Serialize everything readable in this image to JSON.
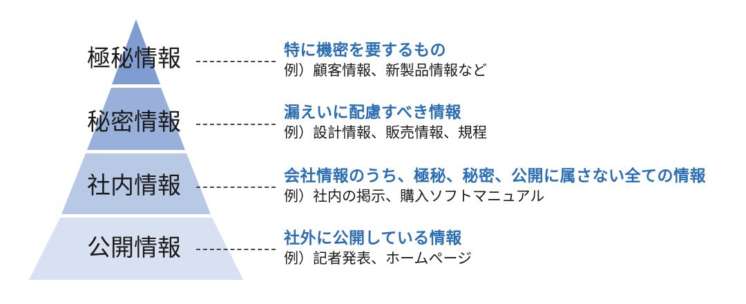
{
  "colors": {
    "tier1": "#7f9dd0",
    "tier2": "#99b1da",
    "tier3": "#b8c9e6",
    "tier4": "#d7e1f1",
    "title_text": "#2a6db5"
  },
  "levels": [
    {
      "label": "極秘情報",
      "title": "特に機密を要するもの",
      "example": "例）顧客情報、新製品情報など"
    },
    {
      "label": "秘密情報",
      "title": "漏えいに配慮すべき情報",
      "example": "例）設計情報、販売情報、規程"
    },
    {
      "label": "社内情報",
      "title": "会社情報のうち、極秘、秘密、公開に属さない全ての情報",
      "example": "例）社内の掲示、購入ソフトマニュアル"
    },
    {
      "label": "公開情報",
      "title": "社外に公開している情報",
      "example": "例）記者発表、ホームページ"
    }
  ]
}
